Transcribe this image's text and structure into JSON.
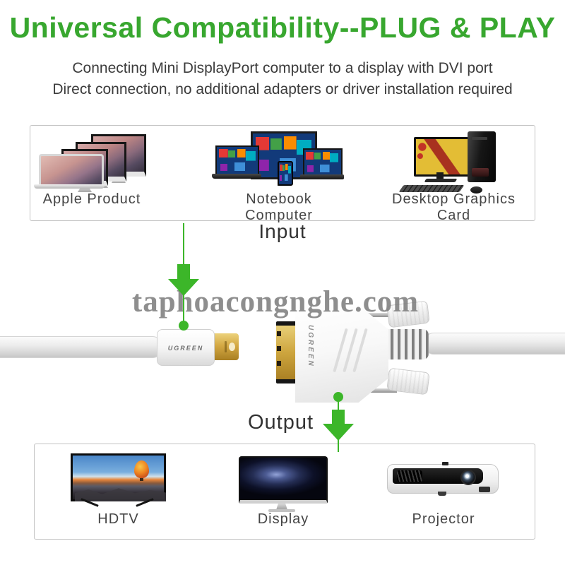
{
  "colors": {
    "green_title": "#38a72f",
    "green_arrow": "#3cb629",
    "text_dark": "#3c3c3c",
    "text_gray": "#454545",
    "border_gray": "#c2c2c2",
    "gold": "#cda53e",
    "watermark_gray": "#7a7a7a"
  },
  "header": {
    "title": "Universal Compatibility--PLUG & PLAY",
    "subtitle_line1": "Connecting Mini DisplayPort computer to a display with DVI port",
    "subtitle_line2": "Direct connection, no additional adapters or driver installation required"
  },
  "input_section": {
    "label": "Input",
    "devices": [
      {
        "label": "Apple Product"
      },
      {
        "label": "Notebook Computer"
      },
      {
        "label": "Desktop Graphics Card"
      }
    ]
  },
  "cable": {
    "brand_minidp": "UGREEN",
    "brand_dvi": "UGREEN"
  },
  "watermark": "taphoacongnghe.com",
  "output_section": {
    "label": "Output",
    "devices": [
      {
        "label": "HDTV"
      },
      {
        "label": "Display"
      },
      {
        "label": "Projector"
      }
    ]
  }
}
